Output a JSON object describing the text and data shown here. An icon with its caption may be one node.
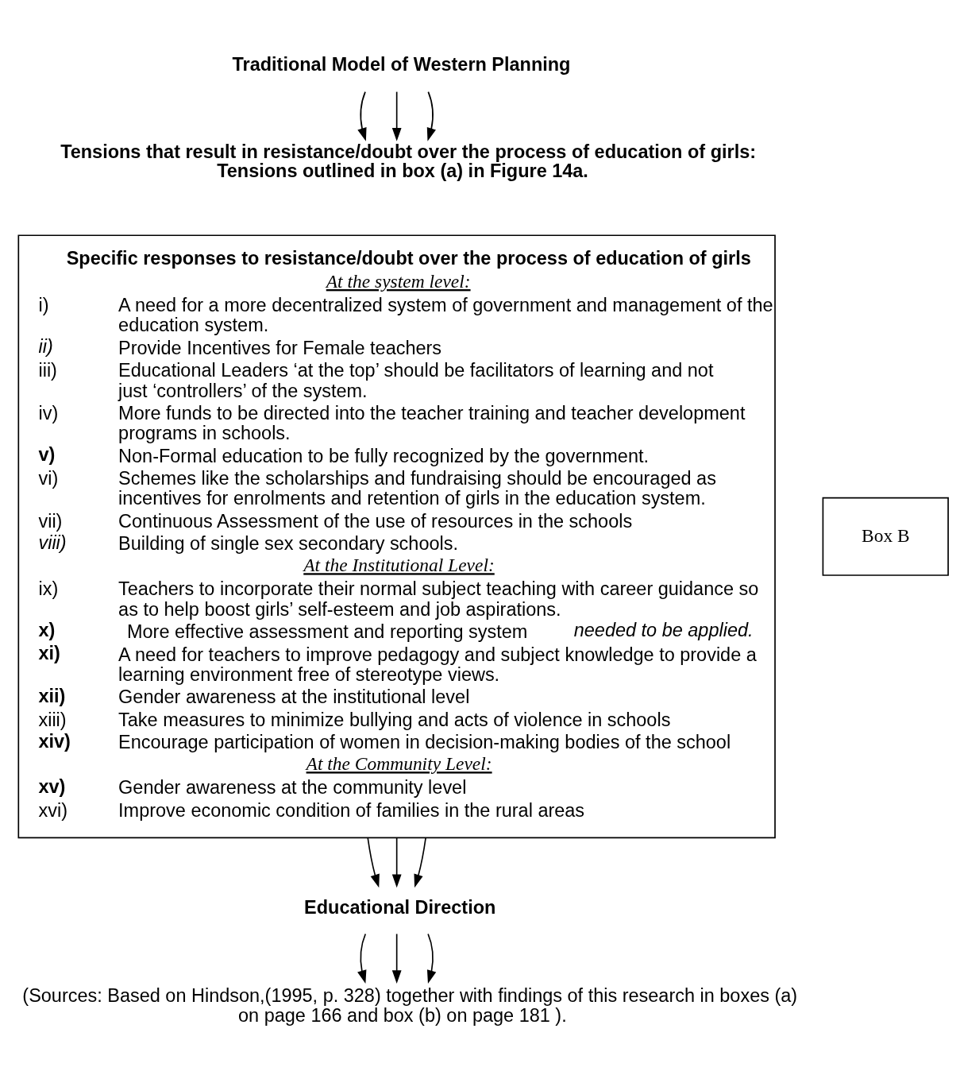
{
  "diagram": {
    "nodes": [
      {
        "text": [
          "Traditional Model of Western Planning"
        ]
      },
      {
        "text": [
          "Tensions that result in resistance/doubt over the process of education of girls: Tensions outlined in box (a) in Figure 14a."
        ]
      },
      {
        "text": [
          "Specific responses to resistance/doubt over the process of education of girls",
          "At the system level:",
          "i)",
          "A need for a more decentralized system of government and management of the education system.",
          "*ii)*",
          "Provide Incentives for Female teachers",
          "iii)",
          "Educational Leaders ‘at the top’ should be facilitators of learning and not just ‘controllers’ of the system.",
          "iv)",
          "More funds to be directed into the teacher training and teacher development programs in schools.",
          "**v)**",
          "Non-Formal education to be fully recognized by the government.",
          "vi)",
          "Schemes like the scholarships and fundraising should be encouraged as incentives for enrolments and retention of girls in the education system.",
          "vii)",
          "Continuous Assessment of the use of resources in the schools",
          "*viii)*",
          "Building of single sex secondary schools.",
          "At the Institutional Level:",
          "ix)",
          "Teachers to incorporate their normal subject teaching with career guidance so as to help boost girls’ self-esteem and job aspirations.",
          "**x)**",
          "More effective assessment and reporting system *needed to be applied.*",
          "**xi)**",
          "A need for teachers to improve pedagogy and subject knowledge to provide a learning environment free of stereotype views.",
          "**xii)**",
          "Gender awareness at the institutional level",
          "xiii)",
          "Take measures to minimize bullying and acts of violence in schools",
          "**xiv)**",
          "Encourage participation of women in decision-making bodies of the school",
          "At the Community Level:",
          "**xv)**",
          "Gender awareness at the community level",
          "xvi)",
          "Improve economic condition of families in the rural areas"
        ]
      },
      {
        "text": [
          "Box B"
        ]
      },
      {
        "text": [
          "Educational Direction"
        ]
      },
      {
        "text": [
          "(Sources: Based on Hindson,(1995, p. 328) together with findings of this research in boxes (a) on page 166 and box (b) on page 181 )."
        ]
      }
    ],
    "edges": [
      {
        "from": 0,
        "to": 1,
        "arrow": "to"
      },
      {
        "from": 0,
        "to": 1,
        "arrow": "to"
      },
      {
        "from": 0,
        "to": 1,
        "arrow": "to"
      },
      {
        "from": 2,
        "to": 4,
        "arrow": "to"
      },
      {
        "from": 2,
        "to": 4,
        "arrow": "to"
      },
      {
        "from": 2,
        "to": 4,
        "arrow": "to"
      },
      {
        "from": 4,
        "to": 5,
        "arrow": "to"
      },
      {
        "from": 4,
        "to": 5,
        "arrow": "to"
      },
      {
        "from": 4,
        "to": 5,
        "arrow": "to"
      }
    ]
  }
}
